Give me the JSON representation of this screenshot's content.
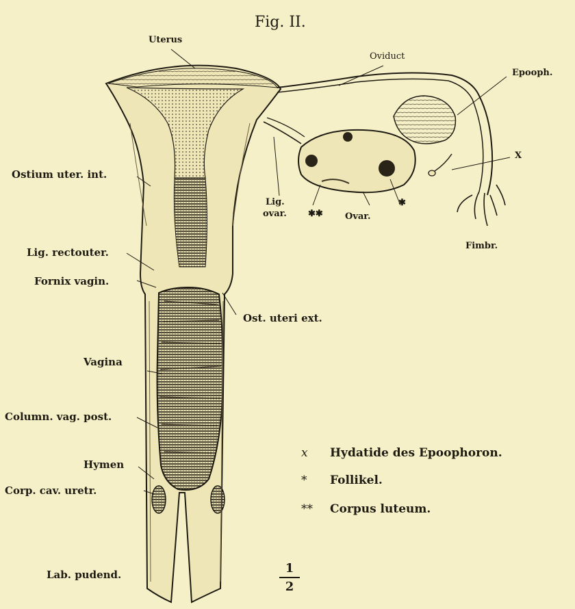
{
  "figure_title": "Fig. II.",
  "labels": {
    "uterus": "Uterus",
    "oviduct": "Oviduct",
    "epooph": "Epooph.",
    "x_mark": "X",
    "ostium_uter_int": "Ostium uter. int.",
    "lig_ovar_1": "Lig.",
    "lig_ovar_2": "ovar.",
    "double_star": "✱✱",
    "ovar": "Ovar.",
    "single_star": "✱",
    "fimbr": "Fimbr.",
    "lig_rectouter": "Lig. rectouter.",
    "fornix_vagin": "Fornix vagin.",
    "ost_uteri_ext": "Ost. uteri ext.",
    "vagina": "Vagina",
    "column_vag_post": "Column. vag. post.",
    "hymen": "Hymen",
    "corp_cav_uretr": "Corp. cav. uretr.",
    "lab_pudend": "Lab. pudend."
  },
  "legend": [
    {
      "symbol": "x",
      "text": "Hydatide des Epoophoron."
    },
    {
      "symbol": "*",
      "text": "Follikel."
    },
    {
      "symbol": "**",
      "text": "Corpus luteum."
    }
  ],
  "scale": {
    "numerator": "1",
    "denominator": "2"
  },
  "colors": {
    "paper": "#f6f0c8",
    "ink": "#1d1a12",
    "tissue": "#efe6b8",
    "dark_tissue": "#3a3222"
  }
}
